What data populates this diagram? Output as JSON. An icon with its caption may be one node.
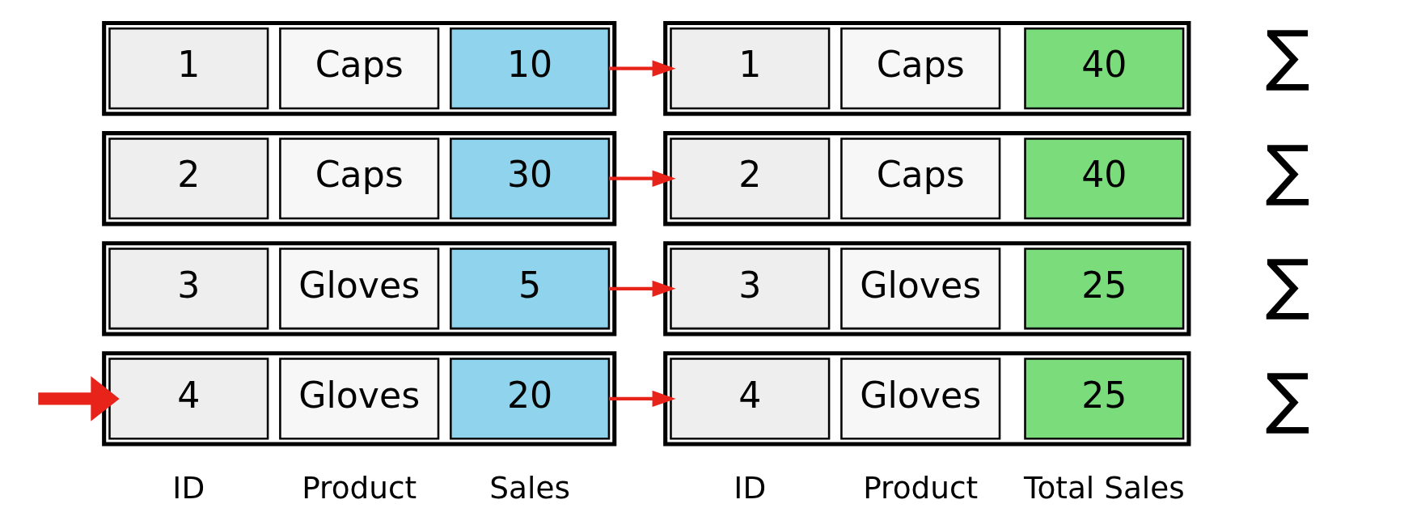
{
  "diagram": {
    "nodes": [
      {
        "text": [],
        "shape": "box"
      },
      {
        "text": [
          "1"
        ],
        "in": 0
      },
      {
        "text": [
          "Caps"
        ],
        "in": 0
      },
      {
        "text": [
          "10"
        ],
        "in": 0
      },
      {
        "text": [],
        "shape": "box"
      },
      {
        "text": [
          "1"
        ],
        "in": 4
      },
      {
        "text": [
          "Caps"
        ],
        "in": 4
      },
      {
        "text": [
          "40"
        ],
        "in": 4
      },
      {
        "text": [],
        "shape": "box"
      },
      {
        "text": [
          "2"
        ],
        "in": 8
      },
      {
        "text": [
          "Caps"
        ],
        "in": 8
      },
      {
        "text": [
          "30"
        ],
        "in": 8
      },
      {
        "text": [],
        "shape": "box"
      },
      {
        "text": [
          "2"
        ],
        "in": 12
      },
      {
        "text": [
          "Caps"
        ],
        "in": 12
      },
      {
        "text": [
          "40"
        ],
        "in": 12
      },
      {
        "text": [],
        "shape": "box"
      },
      {
        "text": [
          "3"
        ],
        "in": 16
      },
      {
        "text": [
          "Gloves"
        ],
        "in": 16
      },
      {
        "text": [
          "5"
        ],
        "in": 16
      },
      {
        "text": [],
        "shape": "box"
      },
      {
        "text": [
          "3"
        ],
        "in": 20
      },
      {
        "text": [
          "Gloves"
        ],
        "in": 20
      },
      {
        "text": [
          "25"
        ],
        "in": 20
      },
      {
        "text": [],
        "shape": "box"
      },
      {
        "text": [
          "4"
        ],
        "in": 24
      },
      {
        "text": [
          "Gloves"
        ],
        "in": 24
      },
      {
        "text": [
          "20"
        ],
        "in": 24
      },
      {
        "text": [],
        "shape": "box"
      },
      {
        "text": [
          "4"
        ],
        "in": 28
      },
      {
        "text": [
          "Gloves"
        ],
        "in": 28
      },
      {
        "text": [
          "25"
        ],
        "in": 28
      }
    ],
    "edges": [
      {
        "from": 3,
        "to": 5,
        "arrow": "to"
      },
      {
        "from": 11,
        "to": 13,
        "arrow": "to"
      },
      {
        "from": 19,
        "to": 21,
        "arrow": "to"
      },
      {
        "from": 27,
        "to": 29,
        "arrow": "to"
      },
      {
        "from": null,
        "to": 25,
        "arrow": "to",
        "style": "thick"
      }
    ],
    "labels": [
      "ID",
      "Product",
      "Sales",
      "ID",
      "Product",
      "Total Sales",
      "∑",
      "∑",
      "∑",
      "∑"
    ]
  }
}
